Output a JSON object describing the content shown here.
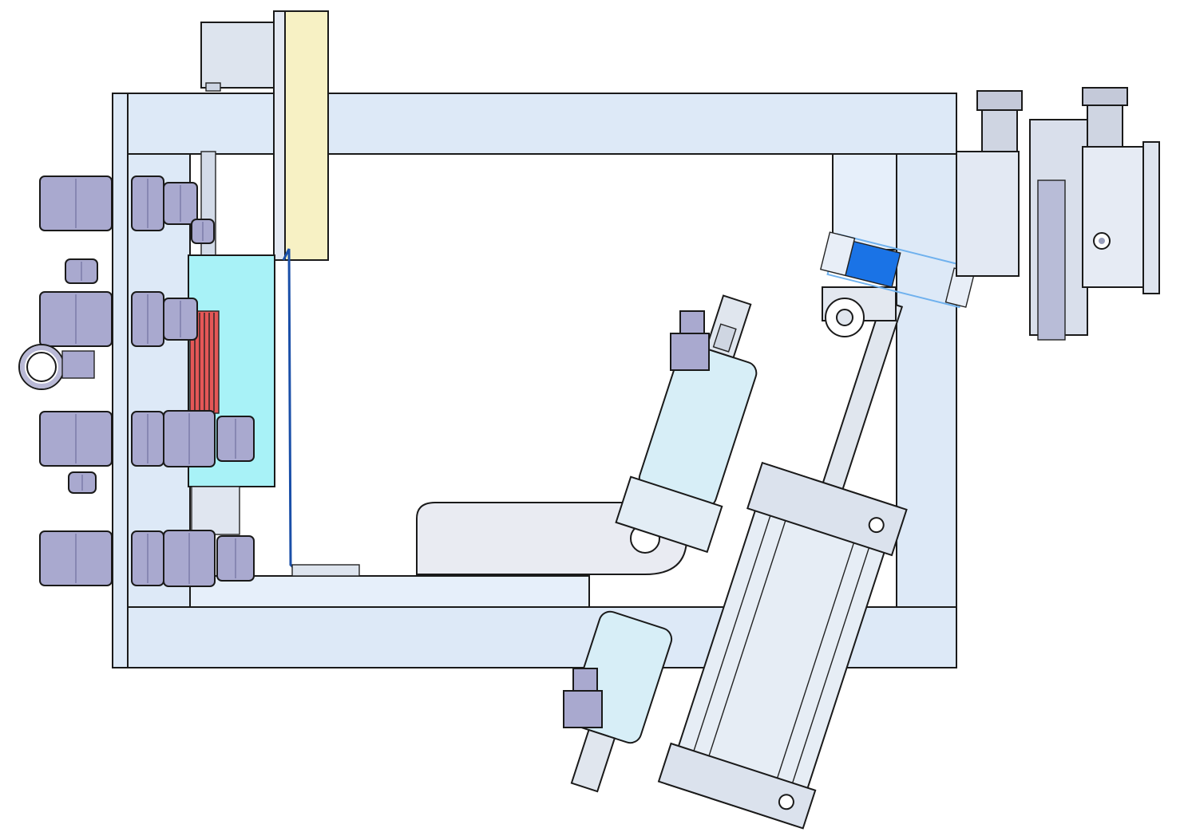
{
  "colors": {
    "frame": "#dde9f7",
    "frame_alt": "#e6effa",
    "tank": "#a8f2f7",
    "heater": "#e55757",
    "plate": "#f7f1c4",
    "window": "#1a73e6",
    "fitting": "#a9a9cf",
    "fitting_dark": "#8787b3",
    "cylinder": "#d7eef7",
    "arm": "#e9ebf2",
    "wire": "#1a4fa8",
    "stroke": "#1a1a1a"
  },
  "parts": [
    "top-frame-beam",
    "bottom-frame-beam",
    "left-frame-post",
    "right-frame-post",
    "left-flange-plate",
    "vacuum-tank",
    "heater-coil",
    "mounting-plate",
    "bracket-block",
    "viewport-window",
    "vacuum-flange-assembly",
    "tube-fitting",
    "eye-bolt",
    "pneumatic-cylinder",
    "linear-actuator",
    "pivot-arm",
    "shutter-wire"
  ]
}
